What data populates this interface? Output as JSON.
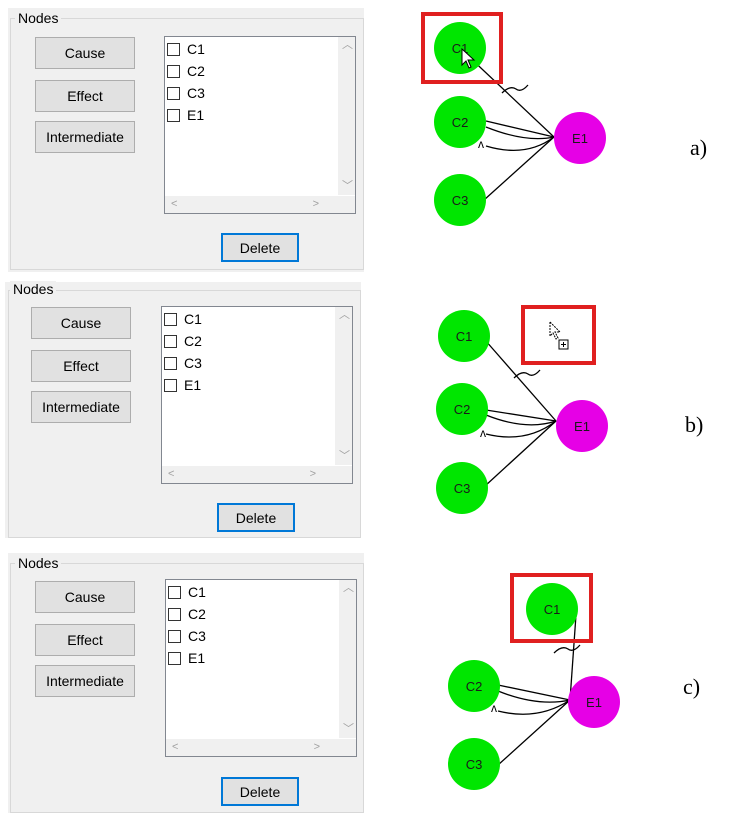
{
  "group_title": "Nodes",
  "buttons": {
    "cause": "Cause",
    "effect": "Effect",
    "intermediate": "Intermediate",
    "delete": "Delete"
  },
  "list_items": [
    "C1",
    "C2",
    "C3",
    "E1"
  ],
  "panel_labels": [
    "a)",
    "b)",
    "c)"
  ],
  "nodes": {
    "c1": "C1",
    "c2": "C2",
    "c3": "C3",
    "e1": "E1"
  },
  "colors": {
    "cause_fill": "#00e600",
    "effect_fill": "#e600e6",
    "highlight": "#e02020",
    "accent": "#0078d7"
  },
  "arc_symbol": "ʌ"
}
